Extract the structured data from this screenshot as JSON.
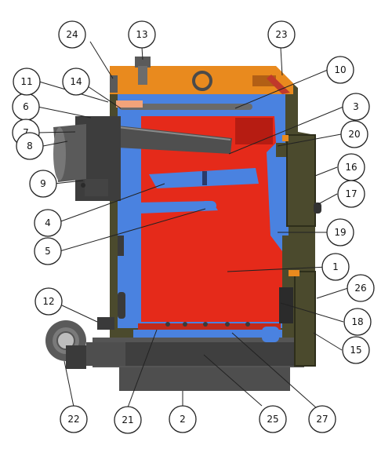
{
  "colors": {
    "casing": "#e98a1e",
    "insulation": "#4b4a2d",
    "water_jacket": "#4a82e0",
    "combustion": "#e52a1a",
    "steel": "#4a4a4a",
    "base": "#4e4e4e",
    "accent": "#f2a37a"
  },
  "callouts": [
    {
      "label": "1"
    },
    {
      "label": "2"
    },
    {
      "label": "3"
    },
    {
      "label": "4"
    },
    {
      "label": "5"
    },
    {
      "label": "6"
    },
    {
      "label": "7"
    },
    {
      "label": "8"
    },
    {
      "label": "9"
    },
    {
      "label": "10"
    },
    {
      "label": "11"
    },
    {
      "label": "12"
    },
    {
      "label": "13"
    },
    {
      "label": "14"
    },
    {
      "label": "15"
    },
    {
      "label": "16"
    },
    {
      "label": "17"
    },
    {
      "label": "18"
    },
    {
      "label": "19"
    },
    {
      "label": "20"
    },
    {
      "label": "21"
    },
    {
      "label": "22"
    },
    {
      "label": "23"
    },
    {
      "label": "24"
    },
    {
      "label": "25"
    },
    {
      "label": "26"
    },
    {
      "label": "27"
    }
  ]
}
